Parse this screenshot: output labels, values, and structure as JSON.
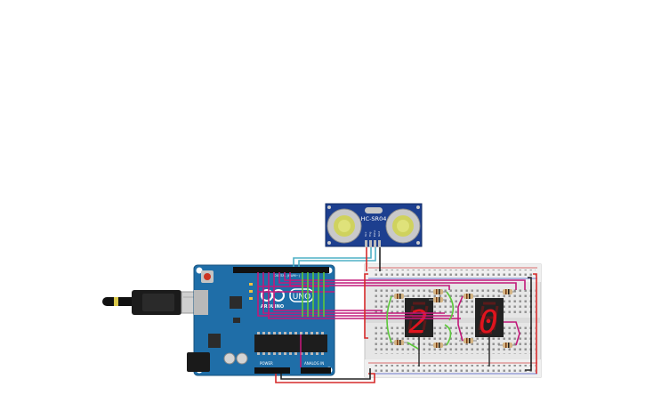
{
  "sensor": {
    "model": "HC-SR04",
    "pins": [
      "Vcc",
      "Trig",
      "Echo",
      "Gnd"
    ]
  },
  "arduino": {
    "brand": "ARDUINO",
    "model": "UNO",
    "power_label": "POWER",
    "analog_label": "ANALOG IN",
    "digital_label": "DIGITAL (PWM~)"
  },
  "displays": [
    {
      "digit": "2"
    },
    {
      "digit": "0"
    }
  ],
  "colors": {
    "wire_magenta": "#c2187a",
    "wire_green": "#5cc83a",
    "wire_cyan": "#4fb0c6",
    "wire_red": "#d62a2a",
    "wire_black": "#222222",
    "segment_on": "#e0141e",
    "board": "#1f6ea8",
    "sensor_board": "#1d3f8f"
  }
}
